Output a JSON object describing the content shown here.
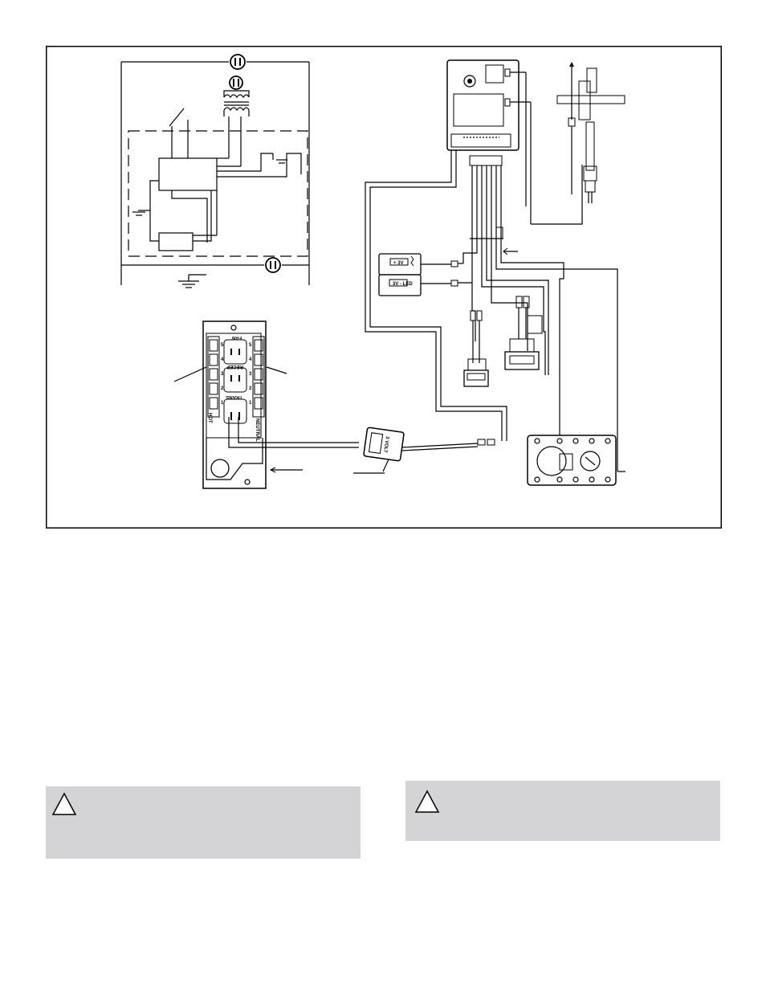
{
  "diagram": {
    "receptacle_board": {
      "terminals_left": [
        "5",
        "4",
        "3",
        "2",
        "1"
      ],
      "terminals_right": [
        "5",
        "4",
        "3",
        "2",
        "1"
      ],
      "label_hot": "HOT",
      "label_neutral": "NEUTRAL",
      "label_fan": "FAN",
      "label_receptacle": "RECEP",
      "label_trans": "TRANS"
    },
    "transformer_label": "3 VOLT",
    "battery_pack_labels": [
      "+ 3V",
      "3V - LED"
    ]
  },
  "warnings": [
    {
      "icon": "warning-triangle-icon",
      "text": ""
    },
    {
      "icon": "warning-triangle-icon",
      "text": ""
    }
  ],
  "colors": {
    "warning_fill": "#d4d4d6",
    "line": "#000000"
  }
}
